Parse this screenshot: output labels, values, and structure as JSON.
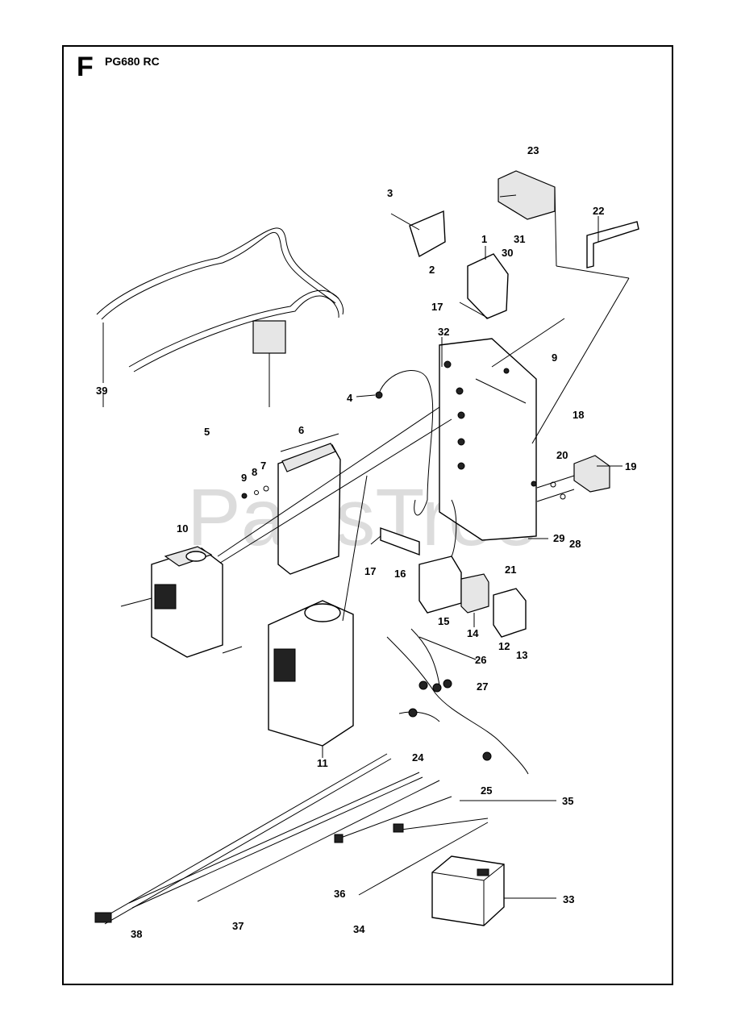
{
  "header": {
    "section_letter": "F",
    "model": "PG680 RC"
  },
  "watermark": "PartsTree",
  "callouts": [
    "1",
    "2",
    "3",
    "4",
    "5",
    "6",
    "7",
    "8",
    "9",
    "9",
    "10",
    "11",
    "12",
    "13",
    "14",
    "15",
    "16",
    "17",
    "17",
    "18",
    "19",
    "20",
    "21",
    "22",
    "23",
    "24",
    "25",
    "26",
    "27",
    "28",
    "29",
    "30",
    "31",
    "32",
    "33",
    "34",
    "35",
    "36",
    "37",
    "38",
    "39"
  ]
}
